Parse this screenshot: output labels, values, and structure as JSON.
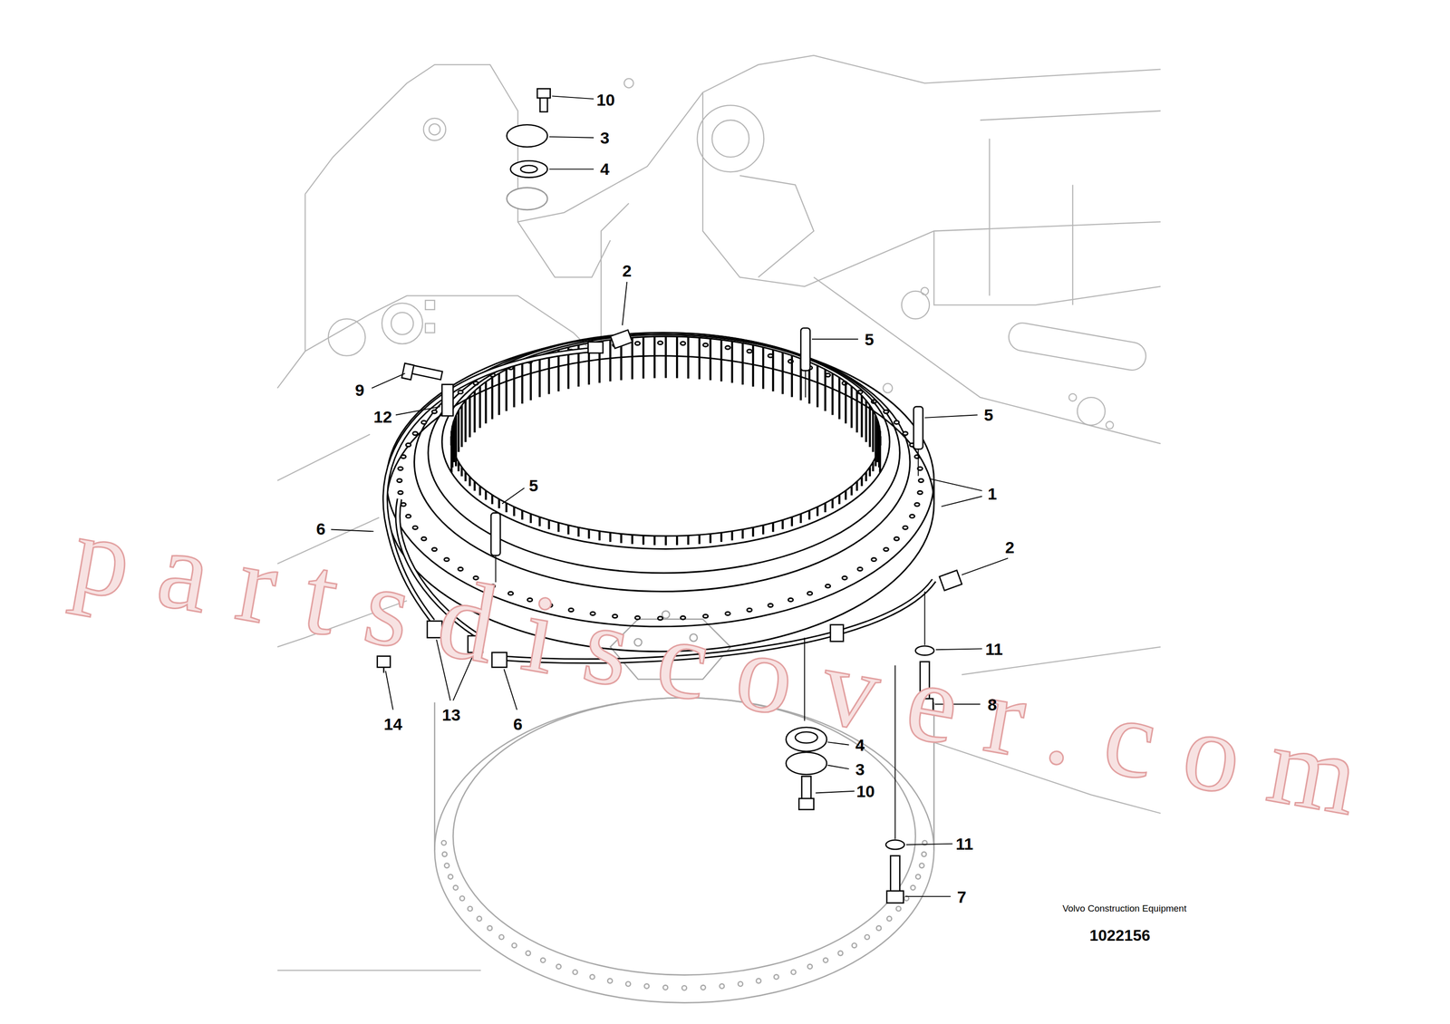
{
  "diagram": {
    "labels": [
      "10",
      "3",
      "4",
      "2",
      "5",
      "9",
      "12",
      "5",
      "5",
      "1",
      "6",
      "2",
      "11",
      "8",
      "13",
      "14",
      "6",
      "4",
      "3",
      "10",
      "11",
      "7",
      "Volvo Construction Equipment",
      "1022156",
      "partsdiscover.com"
    ]
  }
}
